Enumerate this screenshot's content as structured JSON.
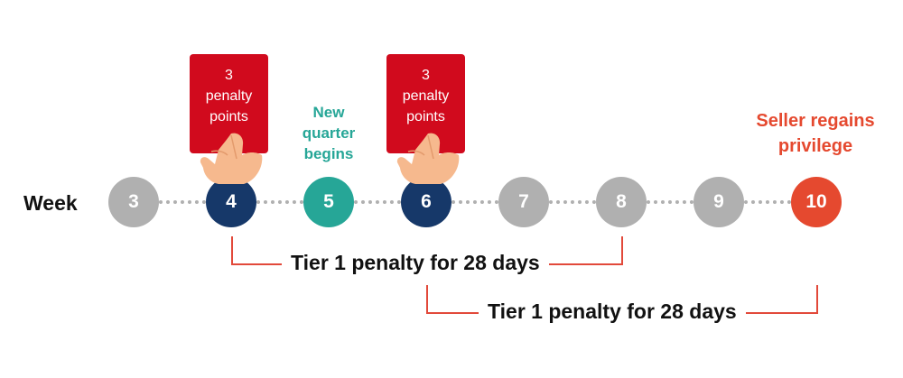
{
  "timeline": {
    "row_label": "Week",
    "weeks": [
      {
        "label": "3",
        "color": "#b0b0b0"
      },
      {
        "label": "4",
        "color": "#163869"
      },
      {
        "label": "5",
        "color": "#26a697"
      },
      {
        "label": "6",
        "color": "#163869"
      },
      {
        "label": "7",
        "color": "#b0b0b0"
      },
      {
        "label": "8",
        "color": "#b0b0b0"
      },
      {
        "label": "9",
        "color": "#b0b0b0"
      },
      {
        "label": "10",
        "color": "#e5492f"
      }
    ]
  },
  "cards": [
    {
      "line1": "3",
      "line2": "penalty",
      "line3": "points",
      "color": "#d10a1d"
    },
    {
      "line1": "3",
      "line2": "penalty",
      "line3": "points",
      "color": "#d10a1d"
    }
  ],
  "annotations": {
    "new_quarter": {
      "line1": "New",
      "line2": "quarter",
      "line3": "begins",
      "color": "#26a697"
    },
    "regains": {
      "line1": "Seller regains",
      "line2": "privilege",
      "color": "#e5492f"
    }
  },
  "penalties": [
    {
      "label": "Tier 1 penalty for 28 days",
      "from_week": "4",
      "to_week": "8"
    },
    {
      "label": "Tier 1 penalty for 28 days",
      "from_week": "6",
      "to_week": "10"
    }
  ],
  "icons": {
    "hand": "hand-holding-card-icon"
  },
  "colors": {
    "bracket": "#e2493a",
    "skin": "#f6b98e",
    "card": "#d10a1d"
  }
}
